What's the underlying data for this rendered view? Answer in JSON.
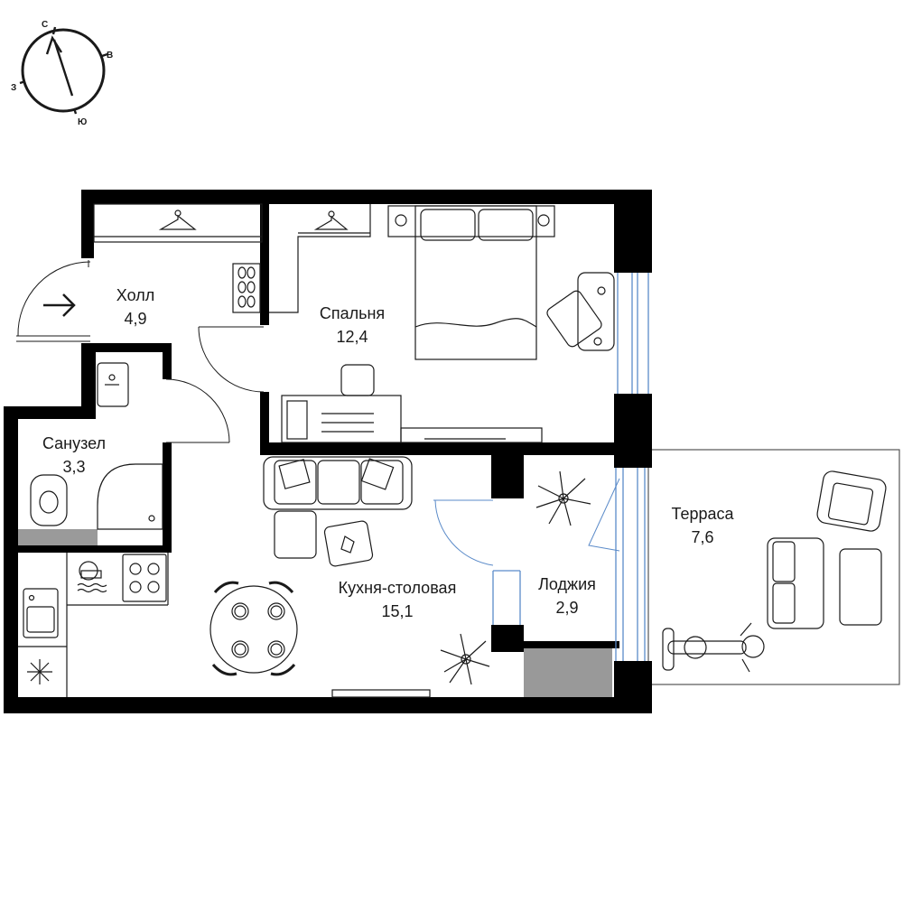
{
  "compass": {
    "north": "С",
    "east": "В",
    "south": "Ю",
    "west": "З"
  },
  "rooms": [
    {
      "id": "hall",
      "name": "Холл",
      "area": "4,9"
    },
    {
      "id": "bedroom",
      "name": "Спальня",
      "area": "12,4"
    },
    {
      "id": "bathroom",
      "name": "Санузел",
      "area": "3,3"
    },
    {
      "id": "kitchen",
      "name": "Кухня-столовая",
      "area": "15,1"
    },
    {
      "id": "loggia",
      "name": "Лоджия",
      "area": "2,9"
    },
    {
      "id": "terrace",
      "name": "Терраса",
      "area": "7,6"
    }
  ],
  "colors": {
    "wall": "#000000",
    "window": "#5b8bc9",
    "shaft": "#999999",
    "bath_strip": "#9a9a9a",
    "line": "#1a1a1a"
  },
  "icons": [
    "compass-icon",
    "entrance-arrow-icon",
    "hanger-icon",
    "bed-icon",
    "desk-icon",
    "sofa-icon",
    "dining-table-icon",
    "plant-icon",
    "stove-icon",
    "sink-icon",
    "fridge-icon",
    "toilet-icon",
    "shower-icon",
    "armchair-icon",
    "exercise-bike-icon"
  ]
}
